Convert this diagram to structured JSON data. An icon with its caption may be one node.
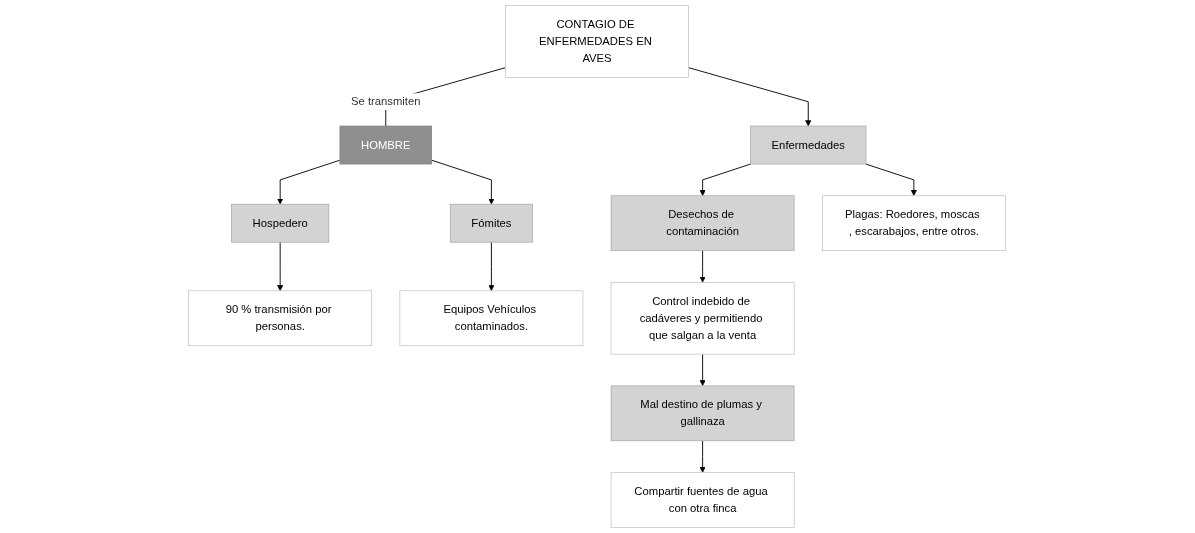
{
  "diagram": {
    "nodes": [
      {
        "text": [
          "CONTAGIO DE ENFERMEDADES EN AVES"
        ]
      },
      {
        "text": [
          "Enfermedades"
        ]
      },
      {
        "text": [
          "Desechos de contaminación"
        ]
      },
      {
        "text": [
          "HOMBRE"
        ]
      },
      {
        "text": [
          "Hospedero"
        ]
      },
      {
        "text": [
          "Fómites"
        ]
      },
      {
        "text": [
          "90 % transmisión por personas."
        ]
      },
      {
        "text": [
          "Equipos Vehículos contaminados."
        ]
      },
      {
        "text": [
          "Plagas: Roedores, moscas , escarabajos, entre otros."
        ]
      },
      {
        "text": [
          "Control indebido de cadáveres y permitiendo que salgan a la venta"
        ]
      },
      {
        "text": [
          "Mal destino de plumas y gallinaza"
        ]
      },
      {
        "text": [
          "Compartir fuentes de agua con otra finca"
        ]
      }
    ],
    "edges": [
      {
        "from": 0,
        "to": 1,
        "arrow": "to"
      },
      {
        "from": 1,
        "to": 2,
        "arrow": "to"
      },
      {
        "from": 0,
        "to": 3,
        "arrow": "none",
        "label": "Se transmiten"
      },
      {
        "from": 3,
        "to": 4,
        "arrow": "to"
      },
      {
        "from": 3,
        "to": 5,
        "arrow": "to"
      },
      {
        "from": 4,
        "to": 6,
        "arrow": "to"
      },
      {
        "from": 5,
        "to": 7,
        "arrow": "to"
      },
      {
        "from": 1,
        "to": 8,
        "arrow": "to"
      },
      {
        "from": 2,
        "to": 9,
        "arrow": "to"
      },
      {
        "from": 9,
        "to": 10,
        "arrow": "to"
      },
      {
        "from": 10,
        "to": 11,
        "arrow": "to"
      }
    ]
  }
}
